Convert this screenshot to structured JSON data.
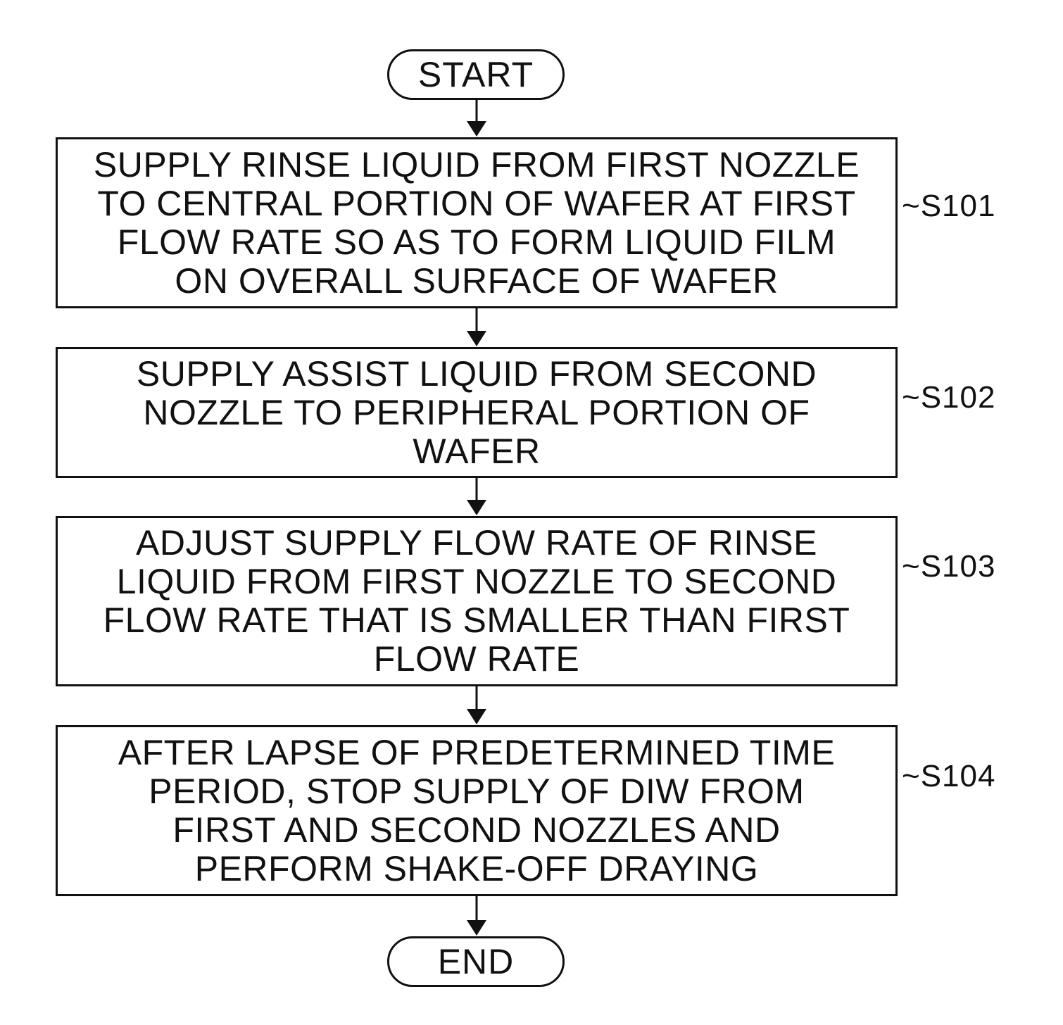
{
  "start_label": "START",
  "end_label": "END",
  "steps": [
    {
      "label": "~S101",
      "lines": [
        "SUPPLY RINSE LIQUID FROM FIRST NOZZLE",
        "TO CENTRAL PORTION OF WAFER AT FIRST",
        "FLOW RATE SO AS TO FORM LIQUID FILM",
        "ON OVERALL SURFACE OF WAFER"
      ]
    },
    {
      "label": "~S102",
      "lines": [
        "SUPPLY ASSIST LIQUID FROM SECOND",
        "NOZZLE TO PERIPHERAL PORTION OF",
        "WAFER"
      ]
    },
    {
      "label": "~S103",
      "lines": [
        "ADJUST SUPPLY FLOW RATE OF RINSE",
        "LIQUID FROM FIRST NOZZLE TO SECOND",
        "FLOW RATE THAT IS SMALLER THAN FIRST",
        "FLOW RATE"
      ]
    },
    {
      "label": "~S104",
      "lines": [
        "AFTER LAPSE OF PREDETERMINED TIME",
        "PERIOD, STOP SUPPLY OF DIW FROM",
        "FIRST AND SECOND NOZZLES AND",
        "PERFORM SHAKE-OFF DRAYING"
      ]
    }
  ]
}
